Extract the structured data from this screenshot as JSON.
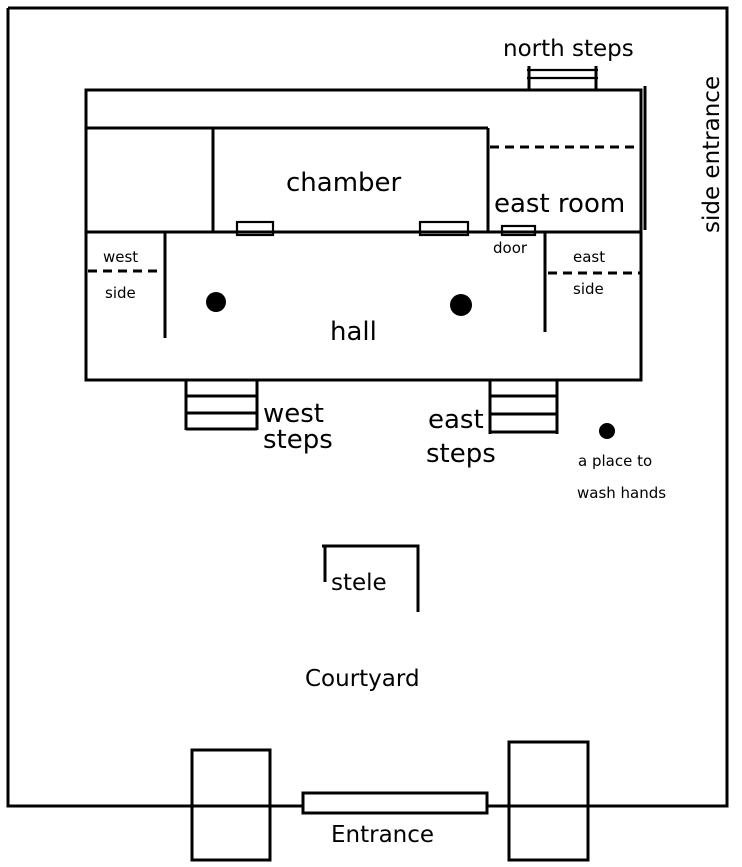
{
  "labels": {
    "north_steps": "north steps",
    "side_entrance": "side entrance",
    "chamber": "chamber",
    "east_room": "east room",
    "door": "door",
    "west_side_1": "west",
    "west_side_2": "side",
    "east_side_1": "east",
    "east_side_2": "side",
    "hall": "hall",
    "west_steps_1": "west",
    "west_steps_2": "steps",
    "east_steps_1": "east",
    "east_steps_2": "steps",
    "wash_1": "a place to",
    "wash_2": "wash hands",
    "stele": "stele",
    "courtyard": "Courtyard",
    "entrance": "Entrance"
  }
}
